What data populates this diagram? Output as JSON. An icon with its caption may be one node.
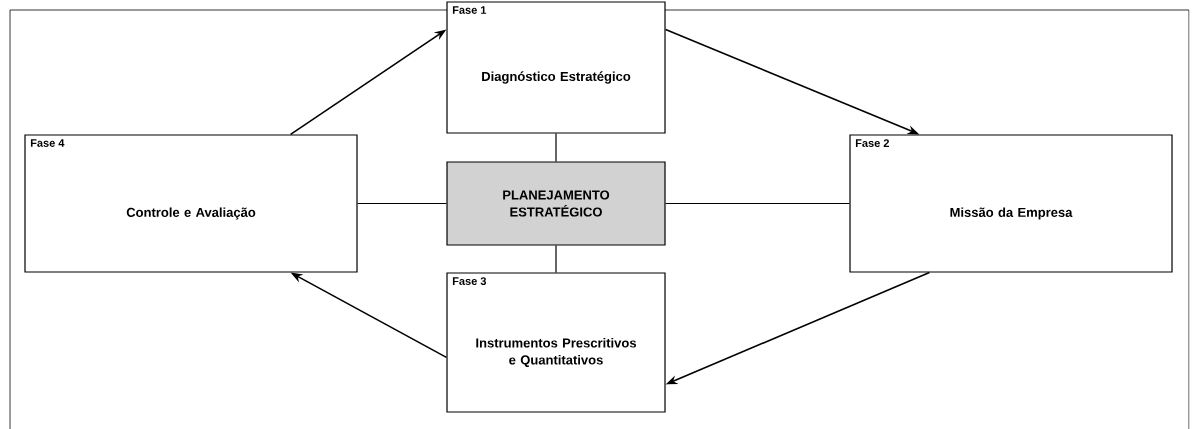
{
  "diagram": {
    "nodes": [
      {
        "text": [
          "Fase 1",
          "Diagnóstico Estratégico"
        ]
      },
      {
        "text": [
          "Fase 4",
          "Controle e Avaliação"
        ]
      },
      {
        "text": [
          "PLANEJAMENTO ESTRATÉGICO"
        ]
      },
      {
        "text": [
          "Fase 2",
          "Missão da Empresa"
        ]
      },
      {
        "text": [
          "Fase 3",
          "Instrumentos Prescritivos e Quantitativos"
        ]
      }
    ],
    "edges": [
      {
        "from": 2,
        "to": 0,
        "arrow": "none"
      },
      {
        "from": 2,
        "to": 1,
        "arrow": "none"
      },
      {
        "from": 2,
        "to": 3,
        "arrow": "none"
      },
      {
        "from": 2,
        "to": 4,
        "arrow": "none"
      },
      {
        "from": 1,
        "to": 0,
        "arrow": "to"
      },
      {
        "from": 0,
        "to": 3,
        "arrow": "to"
      },
      {
        "from": 3,
        "to": 4,
        "arrow": "to"
      },
      {
        "from": 4,
        "to": 1,
        "arrow": "to"
      }
    ]
  }
}
